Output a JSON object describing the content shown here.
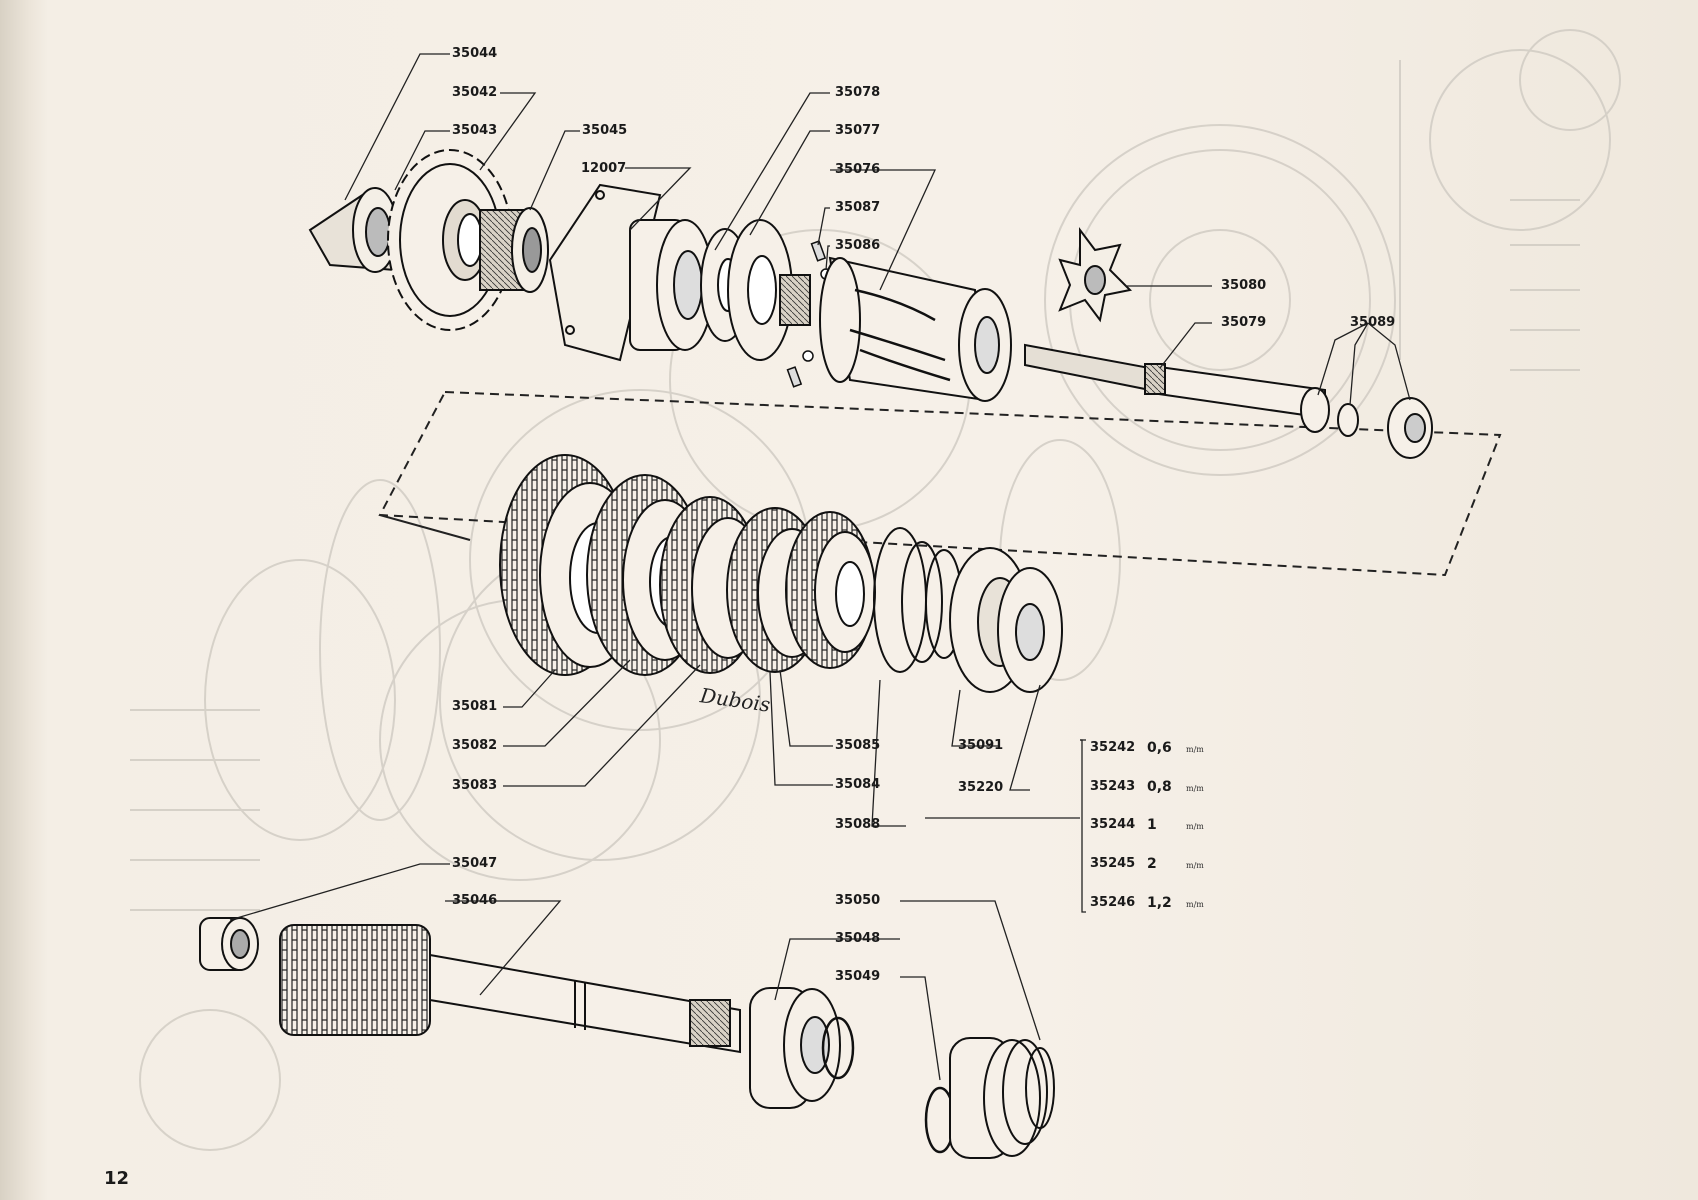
{
  "page_number": "12",
  "signature": "Dubois",
  "callouts": [
    {
      "id": "c-35044",
      "text": "35044"
    },
    {
      "id": "c-35042",
      "text": "35042"
    },
    {
      "id": "c-35043",
      "text": "35043"
    },
    {
      "id": "c-35045",
      "text": "35045"
    },
    {
      "id": "c-12007",
      "text": "12007"
    },
    {
      "id": "c-35078",
      "text": "35078"
    },
    {
      "id": "c-35077",
      "text": "35077"
    },
    {
      "id": "c-35076",
      "text": "35076"
    },
    {
      "id": "c-35087",
      "text": "35087"
    },
    {
      "id": "c-35086",
      "text": "35086"
    },
    {
      "id": "c-35080",
      "text": "35080"
    },
    {
      "id": "c-35079",
      "text": "35079"
    },
    {
      "id": "c-35089",
      "text": "35089"
    },
    {
      "id": "c-35081",
      "text": "35081"
    },
    {
      "id": "c-35082",
      "text": "35082"
    },
    {
      "id": "c-35083",
      "text": "35083"
    },
    {
      "id": "c-35085",
      "text": "35085"
    },
    {
      "id": "c-35084",
      "text": "35084"
    },
    {
      "id": "c-35088",
      "text": "35088"
    },
    {
      "id": "c-35091",
      "text": "35091"
    },
    {
      "id": "c-35220",
      "text": "35220"
    },
    {
      "id": "c-35047",
      "text": "35047"
    },
    {
      "id": "c-35046",
      "text": "35046"
    },
    {
      "id": "c-35050",
      "text": "35050"
    },
    {
      "id": "c-35048",
      "text": "35048"
    },
    {
      "id": "c-35049",
      "text": "35049"
    }
  ],
  "shim_table": [
    {
      "ref": "35242",
      "value": "0,6",
      "unit": "m/m"
    },
    {
      "ref": "35243",
      "value": "0,8",
      "unit": "m/m"
    },
    {
      "ref": "35244",
      "value": "1",
      "unit": "m/m"
    },
    {
      "ref": "35245",
      "value": "2",
      "unit": "m/m"
    },
    {
      "ref": "35246",
      "value": "1,2",
      "unit": "m/m"
    }
  ]
}
